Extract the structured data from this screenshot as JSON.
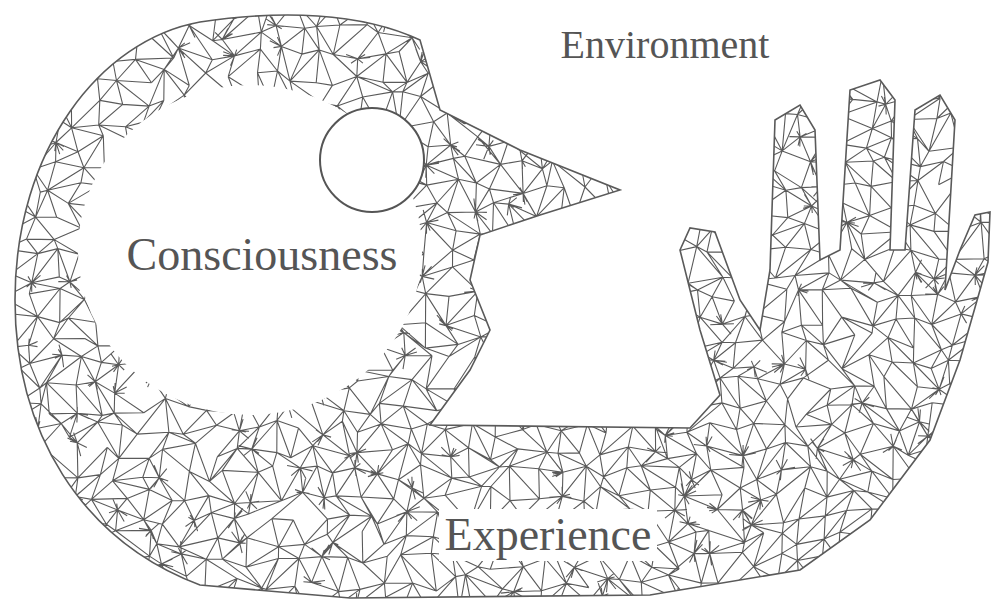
{
  "diagram": {
    "nodes": [
      {
        "text": [
          "Experience"
        ]
      },
      {
        "text": [
          "Consciousness"
        ],
        "in": 0
      }
    ],
    "labels": [
      "Environment"
    ]
  }
}
